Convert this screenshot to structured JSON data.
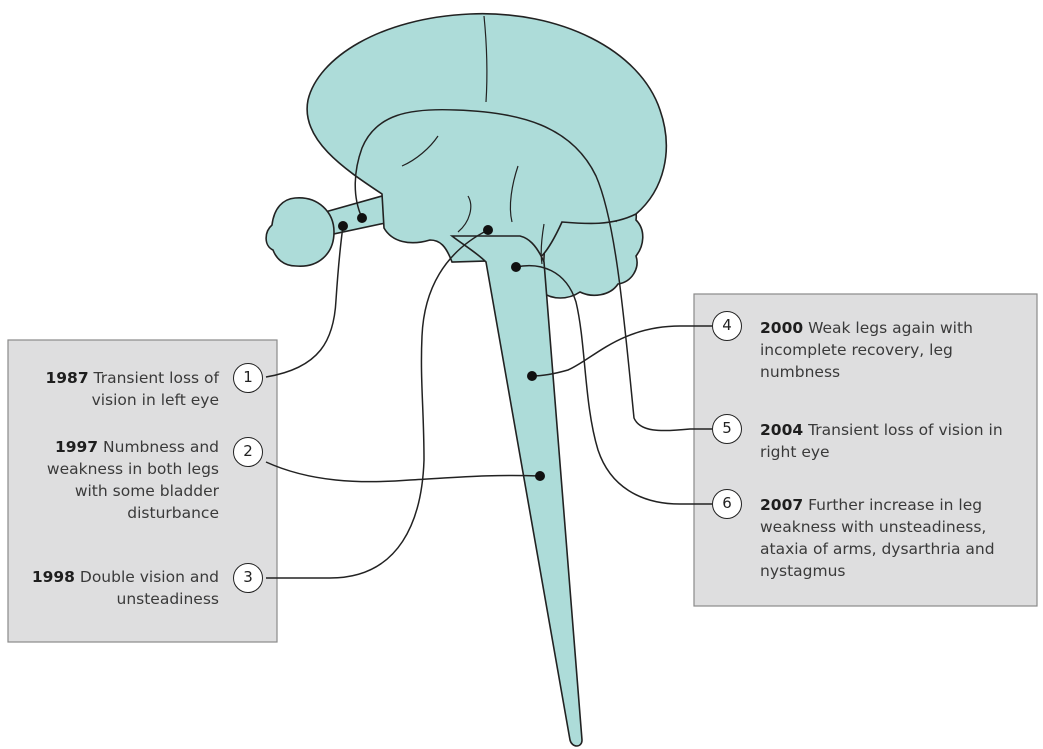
{
  "events": [
    {
      "n": "1",
      "year": "1987",
      "text": "Transient loss of vision in left eye"
    },
    {
      "n": "2",
      "year": "1997",
      "text": "Numbness and weakness in both legs with some bladder disturbance"
    },
    {
      "n": "3",
      "year": "1998",
      "text": "Double vision and unsteadiness"
    },
    {
      "n": "4",
      "year": "2000",
      "text": "Weak legs again with incomplete recovery, leg numbness"
    },
    {
      "n": "5",
      "year": "2004",
      "text": "Transient loss of vision in right eye"
    },
    {
      "n": "6",
      "year": "2007",
      "text": "Further increase in leg weakness with unsteadiness, ataxia of arms, dysarthria and nystagmus"
    }
  ],
  "colors": {
    "brain_fill": "#addcd9",
    "outline": "#222222",
    "panel": "#dededf"
  }
}
